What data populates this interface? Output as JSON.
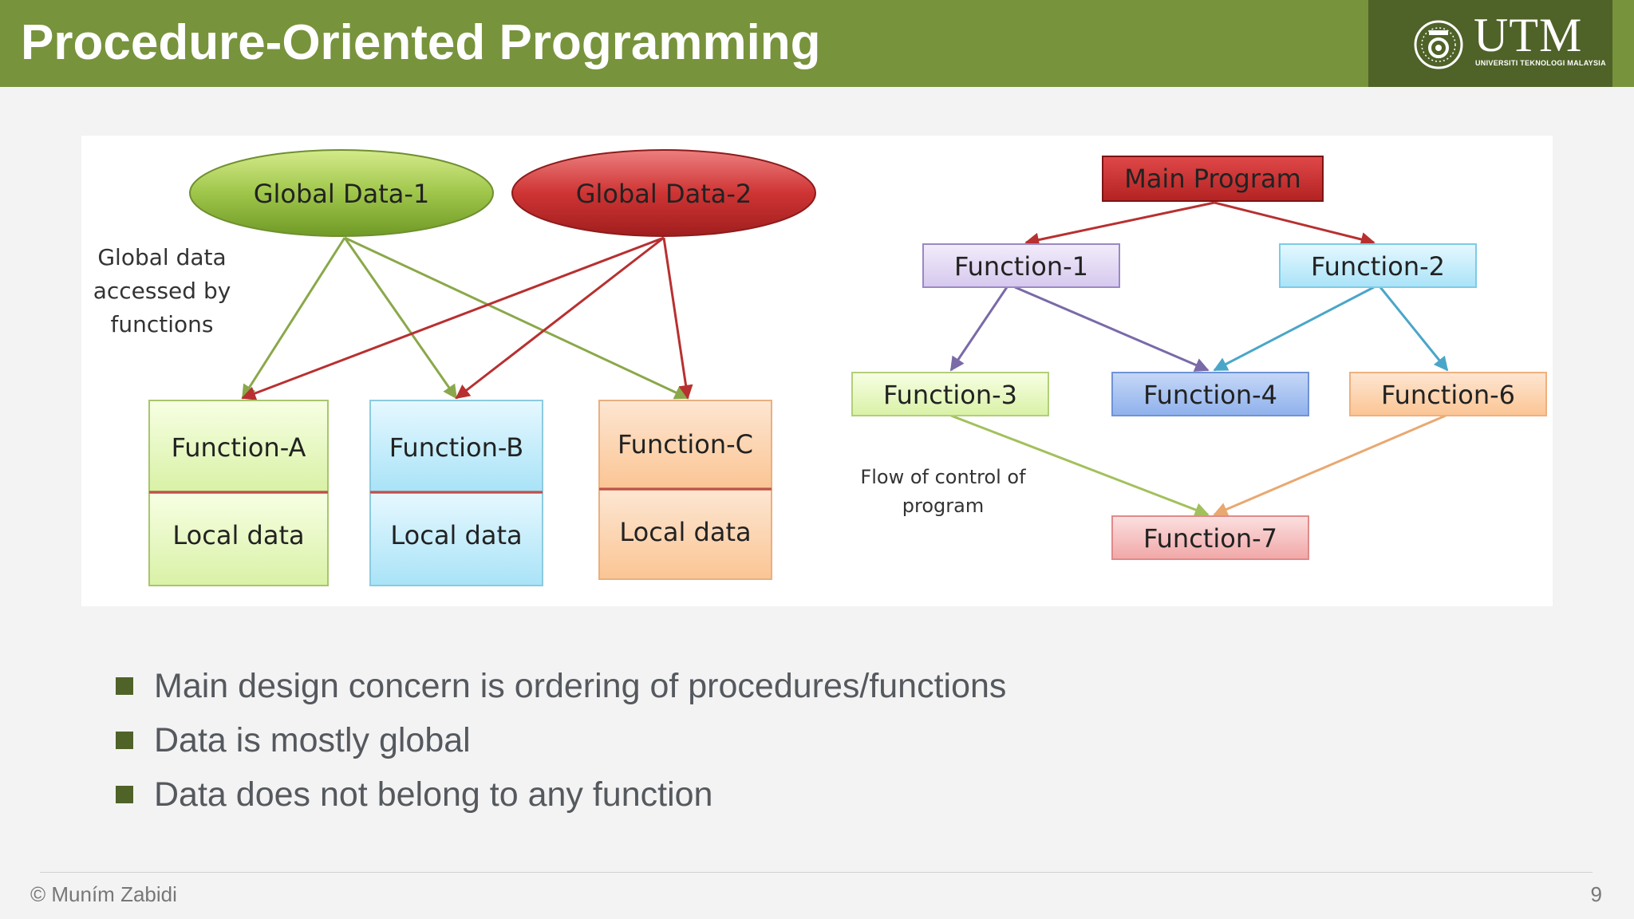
{
  "slide": {
    "title": "Procedure-Oriented Programming",
    "page_number": "9",
    "footer": "© Muním Zabidi"
  },
  "logo": {
    "text": "UTM",
    "subtitle": "UNIVERSITI TEKNOLOGI MALAYSIA"
  },
  "left_diagram": {
    "global_data_1": "Global Data-1",
    "global_data_2": "Global Data-2",
    "note_line_1": "Global data",
    "note_line_2": "accessed by",
    "note_line_3": "functions",
    "functions": [
      {
        "name": "Function-A",
        "local": "Local data"
      },
      {
        "name": "Function-B",
        "local": "Local data"
      },
      {
        "name": "Function-C",
        "local": "Local data"
      }
    ]
  },
  "right_diagram": {
    "main": "Main Program",
    "f1": "Function-1",
    "f2": "Function-2",
    "f3": "Function-3",
    "f4": "Function-4",
    "f6": "Function-6",
    "f7": "Function-7",
    "note_line_1": "Flow of control of",
    "note_line_2": "program"
  },
  "bullets": [
    "Main design concern is ordering of procedures/functions",
    "Data is mostly global",
    "Data does not belong to any function"
  ],
  "colors": {
    "header": "#77933c",
    "logo_bg": "#4f6228",
    "bullet": "#4f6228"
  }
}
